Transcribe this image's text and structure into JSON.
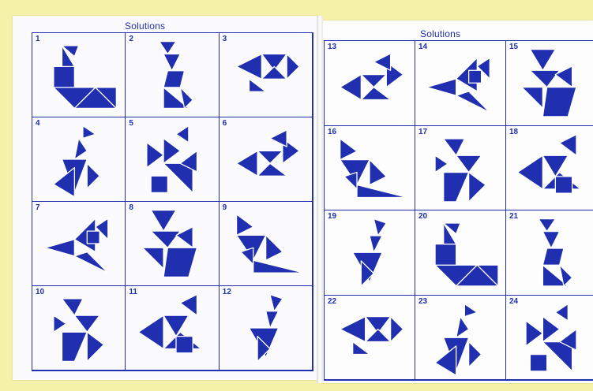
{
  "pages": [
    {
      "title": "Solutions",
      "cells": [
        {
          "number": "1"
        },
        {
          "number": "2"
        },
        {
          "number": "3"
        },
        {
          "number": "4"
        },
        {
          "number": "5"
        },
        {
          "number": "6"
        },
        {
          "number": "7"
        },
        {
          "number": "8"
        },
        {
          "number": "9"
        },
        {
          "number": "10"
        },
        {
          "number": "11"
        },
        {
          "number": "12"
        }
      ]
    },
    {
      "title": "Solutions",
      "cells": [
        {
          "number": "13"
        },
        {
          "number": "14"
        },
        {
          "number": "15"
        },
        {
          "number": "16"
        },
        {
          "number": "17"
        },
        {
          "number": "18"
        },
        {
          "number": "19"
        },
        {
          "number": "20"
        },
        {
          "number": "21"
        },
        {
          "number": "22"
        },
        {
          "number": "23"
        },
        {
          "number": "24"
        }
      ]
    }
  ],
  "colors": {
    "ink": "#1f2fb0",
    "paper": "#ffffff",
    "background": "#f6f1a8"
  }
}
